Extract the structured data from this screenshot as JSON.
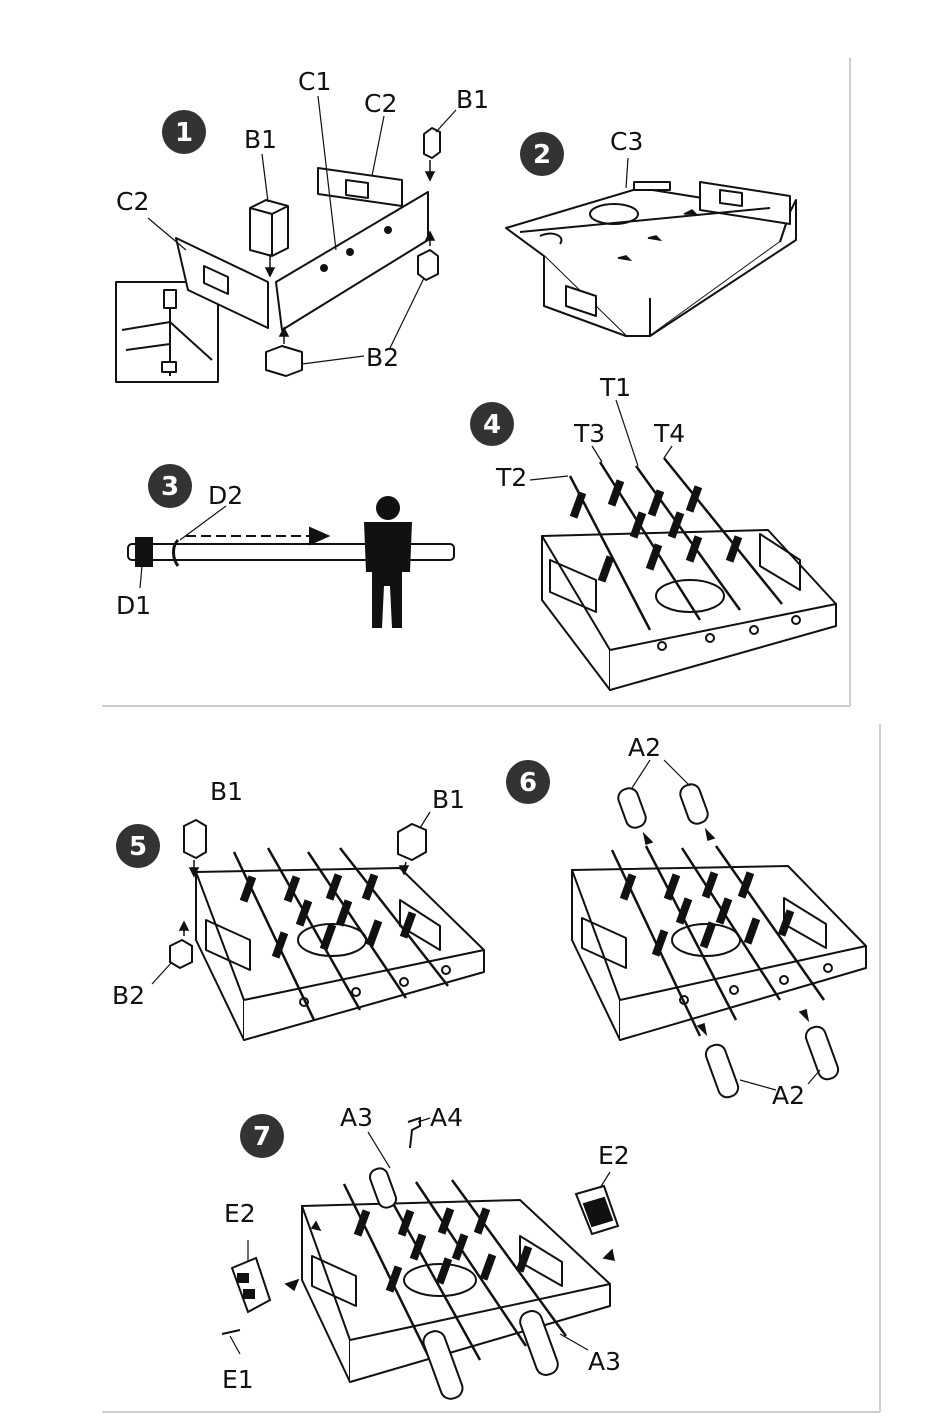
{
  "steps": {
    "s1": "1",
    "s2": "2",
    "s3": "3",
    "s4": "4",
    "s5": "5",
    "s6": "6",
    "s7": "7"
  },
  "labels": {
    "step1": {
      "c1": "C1",
      "c2_left": "C2",
      "c2_top": "C2",
      "b1_left": "B1",
      "b1_right": "B1",
      "b2": "B2"
    },
    "step2": {
      "c3": "C3"
    },
    "step3": {
      "d1": "D1",
      "d2": "D2"
    },
    "step4": {
      "t1": "T1",
      "t2": "T2",
      "t3": "T3",
      "t4": "T4"
    },
    "step5": {
      "b1_left": "B1",
      "b1_right": "B1",
      "b2": "B2"
    },
    "step6": {
      "a2_top": "A2",
      "a2_bottom": "A2"
    },
    "step7": {
      "a3_top": "A3",
      "a4": "A4",
      "e2_left": "E2",
      "e2_right": "E2",
      "e1": "E1",
      "a3_bottom": "A3"
    }
  },
  "colors": {
    "ink": "#111111",
    "badge": "#333333",
    "frame": "#bdbdbd",
    "paper": "#ffffff"
  }
}
